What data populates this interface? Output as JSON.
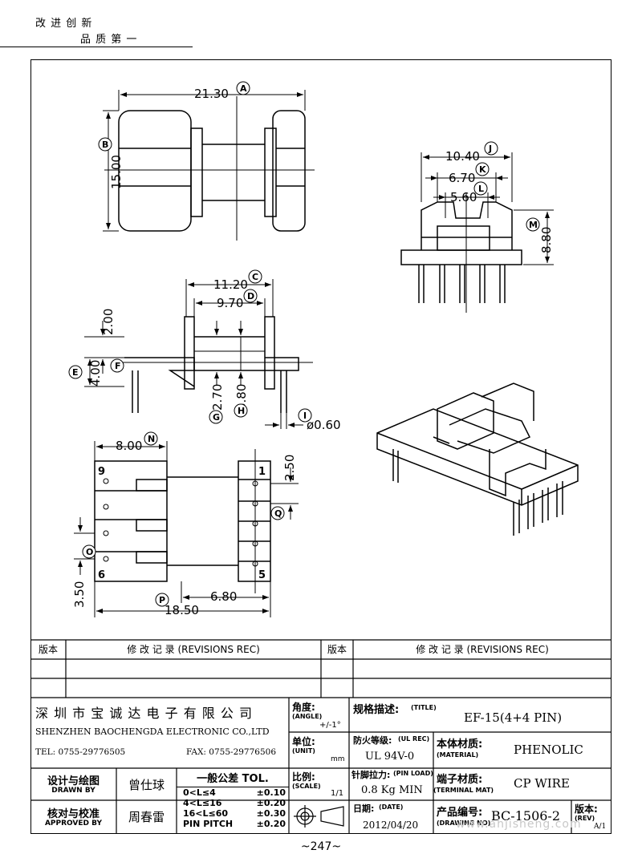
{
  "slogan": {
    "line1": "改 进 创 新",
    "line2": "品 质 第 一"
  },
  "dimensions": {
    "A": {
      "value": "21.30",
      "letter": "A"
    },
    "B": {
      "value": "15.00",
      "letter": "B"
    },
    "C": {
      "value": "11.20",
      "letter": "C"
    },
    "D": {
      "value": "9.70",
      "letter": "D"
    },
    "E": {
      "value": "4.00",
      "letter": "E"
    },
    "F": {
      "value": "2.00",
      "letter": "F"
    },
    "G": {
      "value": "2.70",
      "letter": "G"
    },
    "H": {
      "value": "3.80",
      "letter": "H"
    },
    "I": {
      "value": "ø0.60",
      "letter": "I"
    },
    "J": {
      "value": "10.40",
      "letter": "J"
    },
    "K": {
      "value": "6.70",
      "letter": "K"
    },
    "L": {
      "value": "5.60",
      "letter": "L"
    },
    "M": {
      "value": "8.80",
      "letter": "M"
    },
    "N": {
      "value": "8.00",
      "letter": "N"
    },
    "O": {
      "value": "3.50",
      "letter": "O"
    },
    "P": {
      "value": "18.50",
      "letter": "P"
    },
    "P2": {
      "value": "6.80"
    },
    "Q": {
      "value": "2.50",
      "letter": "Q"
    }
  },
  "pins": {
    "p9": "9",
    "p1": "1",
    "p6": "6",
    "p5": "5"
  },
  "revisions": {
    "col_ver": "版本",
    "col_rec": "修 改 记 录 (REVISIONS REC)"
  },
  "company": {
    "name_cn": "深 圳 市 宝 诚 达 电 子 有 限 公 司",
    "name_en": "SHENZHEN BAOCHENGDA ELECTRONIC CO.,LTD",
    "tel": "TEL: 0755-29776505",
    "fax": "FAX: 0755-29776506"
  },
  "angle": {
    "label": "角度:",
    "sub": "(ANGLE)",
    "value": "+/-1°"
  },
  "unit": {
    "label": "单位:",
    "sub": "(UNIT)",
    "value": "mm"
  },
  "scale": {
    "label": "比例:",
    "sub": "(SCALE)",
    "value": "1/1"
  },
  "title": {
    "label": "规格描述:",
    "sub": "(TITLE)",
    "value": "EF-15(4+4 PIN)"
  },
  "ul": {
    "label": "防火等级:",
    "sub": "(UL REC)",
    "value": "UL 94V-0"
  },
  "material": {
    "label": "本体材质:",
    "sub": "(MATERIAL)",
    "value": "PHENOLIC"
  },
  "pinload": {
    "label": "针脚拉力:",
    "sub": "(PIN LOAD)",
    "value": "0.8 Kg MIN"
  },
  "terminal": {
    "label": "端子材质:",
    "sub": "(TERMINAL MAT)",
    "value": "CP WIRE"
  },
  "date": {
    "label": "日期:",
    "sub": "(DATE)",
    "value": "2012/04/20"
  },
  "drawing": {
    "label": "产品编号:",
    "sub": "(DRAWING NO)",
    "value": "BC-1506-2"
  },
  "rev": {
    "label": "版本:",
    "sub": "(REV)",
    "value": "A/1"
  },
  "drawn": {
    "label": "设计与绘图",
    "sub": "DRAWN BY",
    "name": "曾仕球"
  },
  "approved": {
    "label": "核对与校准",
    "sub": "APPROVED BY",
    "name": "周春雷"
  },
  "tolerance": {
    "title": "一般公差 TOL.",
    "rows": [
      {
        "range": "0<L≤4",
        "tol": "±0.10"
      },
      {
        "range": "4<L≤16",
        "tol": "±0.20"
      },
      {
        "range": "16<L≤60",
        "tol": "±0.30"
      },
      {
        "range": "PIN PITCH",
        "tol": "±0.20"
      }
    ]
  },
  "watermark": "www.ahjisheng.com",
  "page_number": "~247~"
}
